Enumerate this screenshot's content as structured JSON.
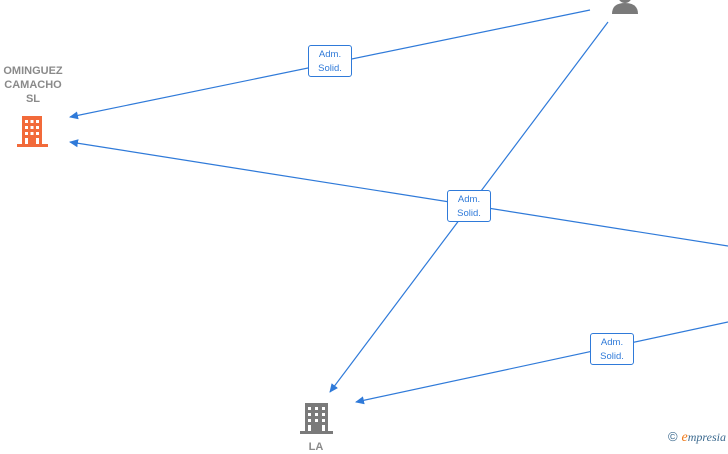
{
  "nodes": {
    "company_left": {
      "lines": [
        "OMINGUEZ",
        "CAMACHO",
        "SL"
      ],
      "color": "#f26a3a",
      "icon": "building-icon"
    },
    "company_bottom": {
      "lines": [
        "LA"
      ],
      "color": "#7a7a7a",
      "icon": "building-icon"
    },
    "person_top": {
      "color": "#7a7a7a",
      "icon": "person-icon"
    }
  },
  "edges": [
    {
      "line1": "Adm.",
      "line2": "Solid."
    },
    {
      "line1": "Adm.",
      "line2": "Solid."
    },
    {
      "line1": "Adm.",
      "line2": "Solid."
    }
  ],
  "colors": {
    "edge": "#2f7ad9"
  },
  "brand": {
    "copyright": "©",
    "initial": "e",
    "rest": "mpresia"
  }
}
